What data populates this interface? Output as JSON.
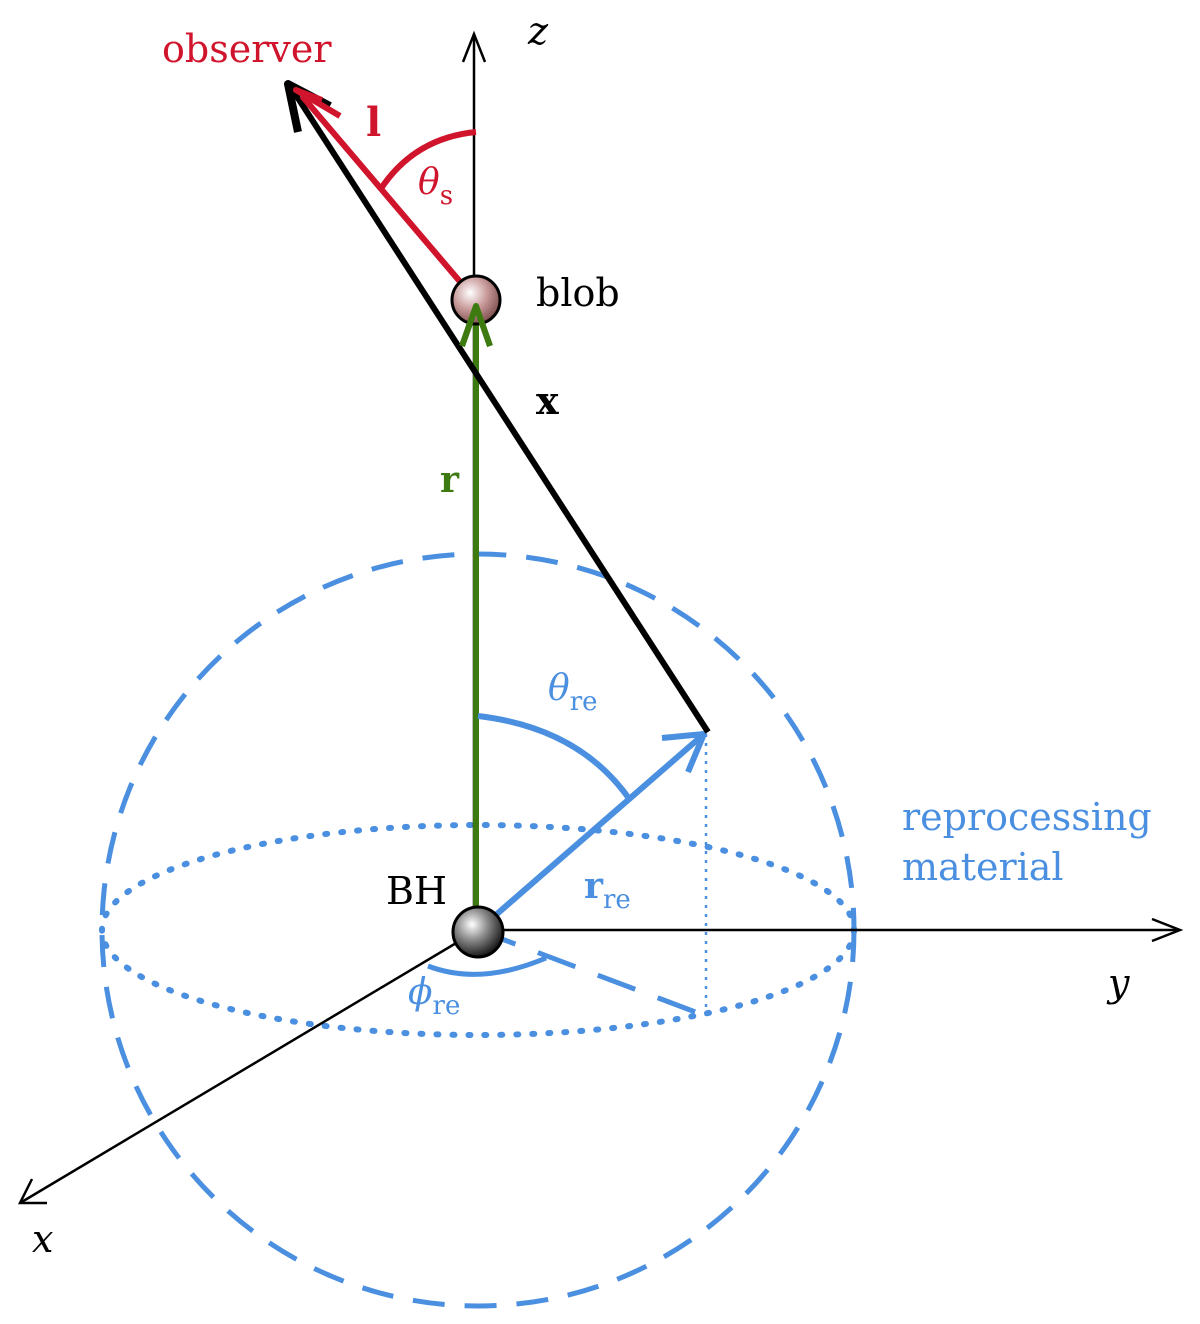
{
  "labels": {
    "observer": "observer",
    "z_axis": "z",
    "y_axis": "y",
    "x_axis": "x",
    "l_vector": "l",
    "theta_s_symbol": "θ",
    "theta_s_sub": "s",
    "blob": "blob",
    "x_vector": "x",
    "r_vector": "r",
    "theta_re_symbol": "θ",
    "theta_re_sub": "re",
    "reprocessing_line1": "reprocessing",
    "reprocessing_line2": "material",
    "bh": "BH",
    "r_re_symbol": "r",
    "r_re_sub": "re",
    "phi_re_symbol": "ϕ",
    "phi_re_sub": "re"
  },
  "colors": {
    "observer_red": "#d0142c",
    "material_blue": "#4a8fe0",
    "radius_green": "#3d7a10",
    "axis_black": "#000000"
  }
}
